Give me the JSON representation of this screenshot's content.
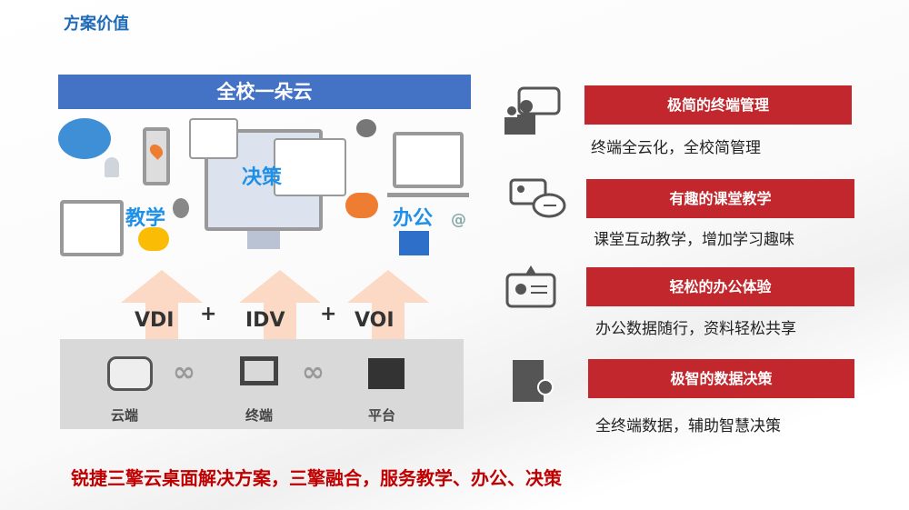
{
  "header": {
    "title": "方案价值"
  },
  "diagram": {
    "banner": "全校一朵云",
    "labels": {
      "teaching": "教学",
      "decision": "决策",
      "office": "办公"
    },
    "protocols": [
      "VDI",
      "IDV",
      "VOI"
    ],
    "plus": "+",
    "base": [
      "云端",
      "终端",
      "平台"
    ]
  },
  "values": [
    {
      "title": "极简的终端管理",
      "desc": "终端全云化，全校简管理",
      "icon": "people-chat-icon"
    },
    {
      "title": "有趣的课堂教学",
      "desc": "课堂互动教学，增加学习趣味",
      "icon": "profile-chat-icon"
    },
    {
      "title": "轻松的办公体验",
      "desc": "办公数据随行，资料轻松共享",
      "icon": "id-badge-icon"
    },
    {
      "title": "极智的数据决策",
      "desc": "全终端数据，辅助智慧决策",
      "icon": "book-person-icon"
    }
  ],
  "footer": "锐捷三擎云桌面解决方案，三擎融合，服务教学、办公、决策",
  "colors": {
    "accent_red": "#c1272d",
    "banner_blue": "#4472c4",
    "title_blue": "#1f6ab8"
  }
}
